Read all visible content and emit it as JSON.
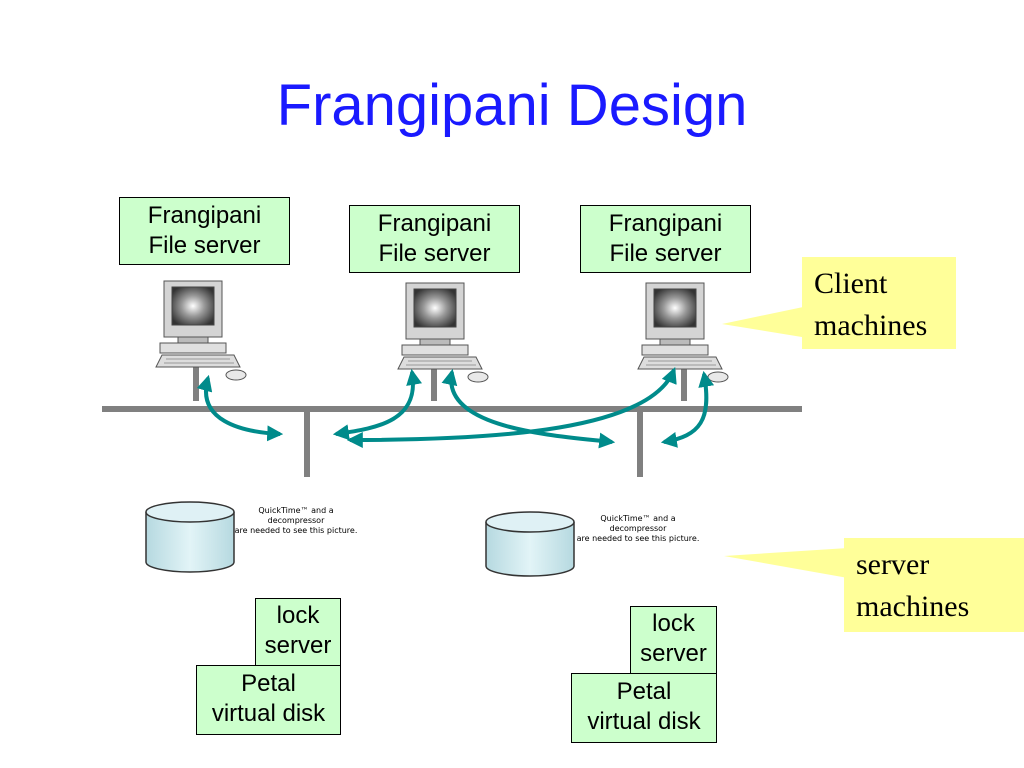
{
  "slide": {
    "title": "Frangipani Design"
  },
  "servers": [
    {
      "line1": "Frangipani",
      "line2": "File server"
    },
    {
      "line1": "Frangipani",
      "line2": "File server"
    },
    {
      "line1": "Frangipani",
      "line2": "File server"
    }
  ],
  "callouts": {
    "client": {
      "line1": "Client",
      "line2": "machines"
    },
    "server": {
      "line1": "server",
      "line2": "machines"
    }
  },
  "placeholders": [
    {
      "line1": "QuickTime™ and a",
      "line2": "decompressor",
      "line3": "are needed to see this picture."
    },
    {
      "line1": "QuickTime™ and a",
      "line2": "decompressor",
      "line3": "are needed to see this picture."
    }
  ],
  "stacks": [
    {
      "lock1": "lock",
      "lock2": "server",
      "petal1": "Petal",
      "petal2": "virtual disk"
    },
    {
      "lock1": "lock",
      "lock2": "server",
      "petal1": "Petal",
      "petal2": "virtual disk"
    }
  ],
  "colors": {
    "title": "#1a1aff",
    "server_box": "#ccffcc",
    "callout": "#ffff99",
    "arrow": "#008b8b",
    "network": "#808080",
    "disk": "#cce8ee"
  }
}
